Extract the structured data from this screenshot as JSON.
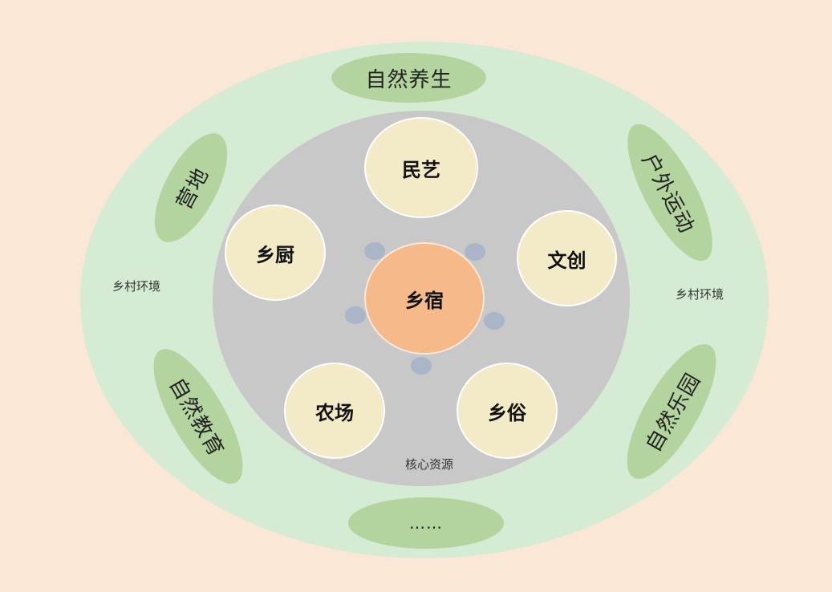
{
  "diagram": {
    "outer_ring": {
      "left_label": "乡村环境",
      "right_label": "乡村环境",
      "items": {
        "top": "自然养生",
        "top_left": "营地",
        "top_right": "户外运动",
        "bottom_left": "自然教育",
        "bottom_right": "自然乐园",
        "bottom": "……"
      }
    },
    "core_area": {
      "label": "核心资源",
      "center": "乡宿",
      "items": {
        "top": "民艺",
        "left": "乡厨",
        "right": "文创",
        "bottom_left": "农场",
        "bottom_right": "乡俗"
      }
    },
    "colors": {
      "background": "#fbe7d6",
      "outer_ring": "#d6ebd4",
      "outer_item": "#b4d49f",
      "core_area": "#c8c8c8",
      "core_item": "#f3ebc7",
      "center": "#f5b98a",
      "connector_dot": "#aab6c8"
    }
  }
}
